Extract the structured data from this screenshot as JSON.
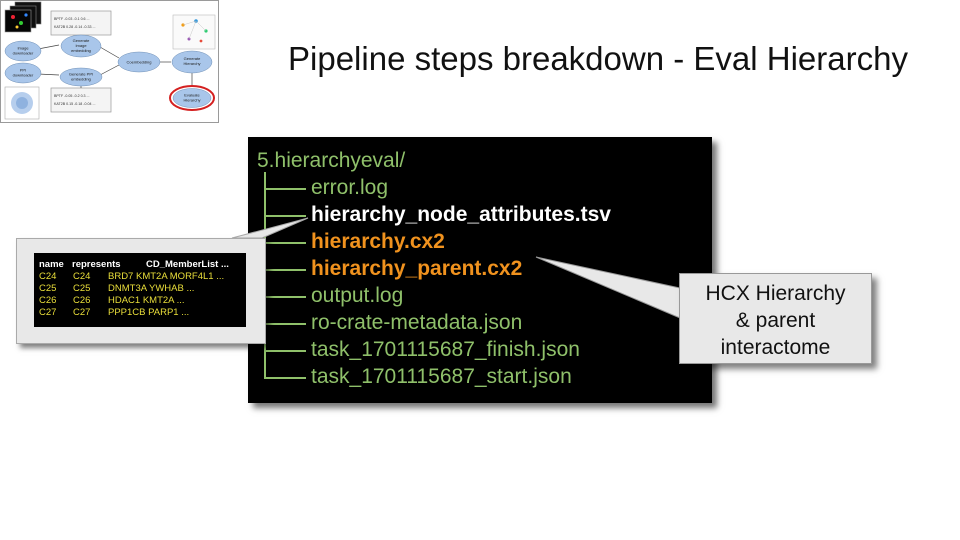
{
  "title": "Pipeline steps breakdown - Eval Hierarchy",
  "thumbnail": {
    "nodes": [
      "Image downloader",
      "Generate Image embedding",
      "Coembedding",
      "Generate Hierarchy",
      "PPI downloader",
      "Generate PPI embedding",
      "Evaluate Hierarchy"
    ],
    "top_box_lines": [
      "BPTF -0.03 -0.1 0.6 ...",
      "KAT2B 0.28 -0.14 -0.33 ..."
    ],
    "bottom_box_lines": [
      "BPTF -0.05 -0.2 0.3 ...",
      "KAT2B 0.15 -0.18 -0.04 ..."
    ]
  },
  "tree": {
    "root": "5.hierarchyeval/",
    "files": [
      {
        "name": "error.log",
        "highlight": "none"
      },
      {
        "name": "hierarchy_node_attributes.tsv",
        "highlight": "white"
      },
      {
        "name": "hierarchy.cx2",
        "highlight": "orange"
      },
      {
        "name": "hierarchy_parent.cx2",
        "highlight": "orange"
      },
      {
        "name": "output.log",
        "highlight": "none"
      },
      {
        "name": "ro-crate-metadata.json",
        "highlight": "none"
      },
      {
        "name": "task_1701115687_finish.json",
        "highlight": "none"
      },
      {
        "name": "task_1701115687_start.json",
        "highlight": "none"
      }
    ]
  },
  "attributes_table": {
    "headers": [
      "name",
      "represents",
      "CD_MemberList ..."
    ],
    "rows": [
      [
        "C24",
        "C24",
        "BRD7 KMT2A MORF4L1 ..."
      ],
      [
        "C25",
        "C25",
        "DNMT3A YWHAB ..."
      ],
      [
        "C26",
        "C26",
        "HDAC1 KMT2A ..."
      ],
      [
        "C27",
        "C27",
        "PPP1CB PARP1 ..."
      ]
    ]
  },
  "hcx_callout": {
    "lines": [
      "HCX Hierarchy",
      "& parent",
      "interactome"
    ]
  },
  "colors": {
    "tree_green": "#8fc06a",
    "highlight_white": "#ffffff",
    "highlight_orange": "#f0921e",
    "table_yellow": "#eadf3a",
    "node_blue": "#a9c6ea",
    "evaluate_ring": "#d42020"
  }
}
